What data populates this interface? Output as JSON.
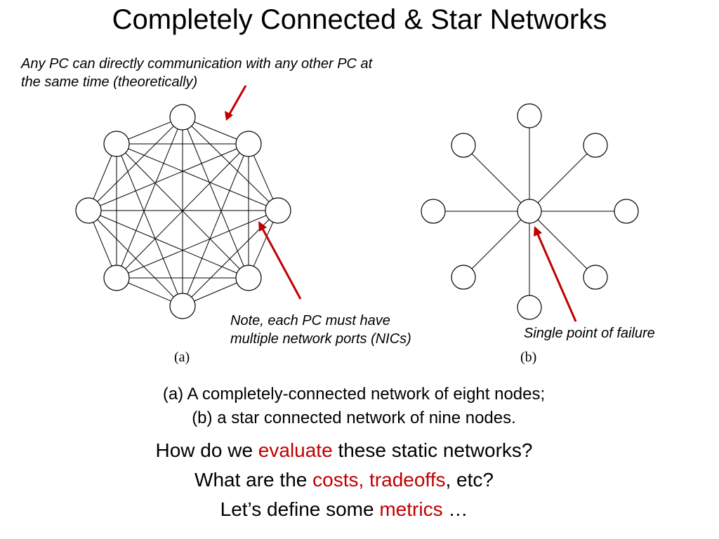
{
  "slide": {
    "title": "Completely Connected & Star Networks",
    "note_top": "Any PC can directly communication with any other PC  at the same time (theoretically)",
    "note_nic": "Note, each PC must have multiple network ports (NICs)",
    "note_spof": "Single point of failure",
    "label_a": "(a)",
    "label_b": "(b)",
    "caption_line1": "(a) A completely-connected network of eight nodes;",
    "caption_line2": "(b) a star connected network of nine nodes.",
    "q1_pre": "How do we ",
    "q1_red": "evaluate",
    "q1_post": " these static networks?",
    "q2_pre": "What are the ",
    "q2_red": "costs, tradeoffs",
    "q2_post": ", etc?",
    "q3_pre": "Let’s define some ",
    "q3_red": "metrics",
    "q3_post": " …"
  },
  "colors": {
    "accent": "#c00000",
    "line": "#000000"
  }
}
